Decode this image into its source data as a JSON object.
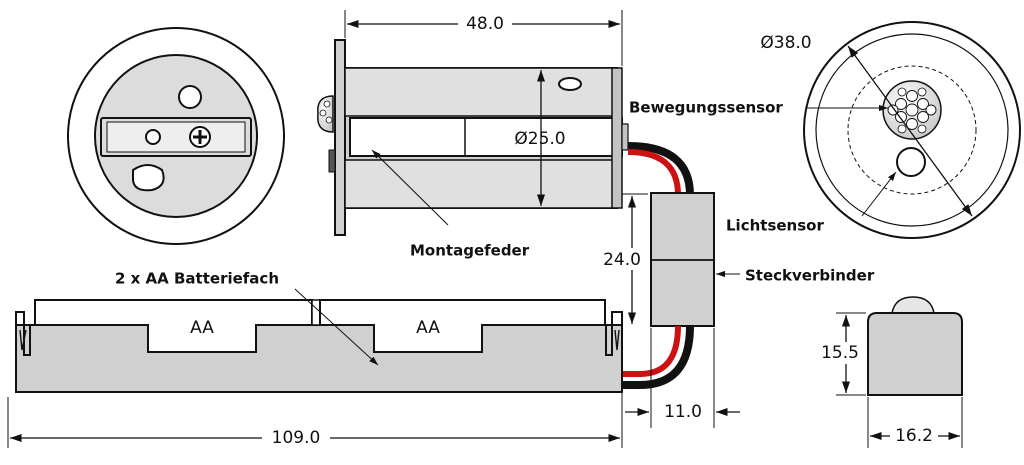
{
  "dimensions": {
    "sensor_length": "48.0",
    "sensor_diameter": "Ø25.0",
    "front_diameter": "Ø38.0",
    "cable_height": "24.0",
    "connector_width": "11.0",
    "battery_length": "109.0",
    "side_height": "15.5",
    "side_width": "16.2"
  },
  "labels": {
    "motion_sensor": "Bewegungssensor",
    "light_sensor": "Lichtsensor",
    "mounting_spring": "Montagefeder",
    "connector": "Steckverbinder",
    "battery_holder": "2 x AA Batteriefach",
    "cell_1": "AA",
    "cell_2": "AA"
  },
  "colors": {
    "line": "#111111",
    "body_gray": "#d0d0d0",
    "light_gray": "#e6e6e6",
    "cable_red": "#cc1111",
    "cable_black": "#111111"
  }
}
